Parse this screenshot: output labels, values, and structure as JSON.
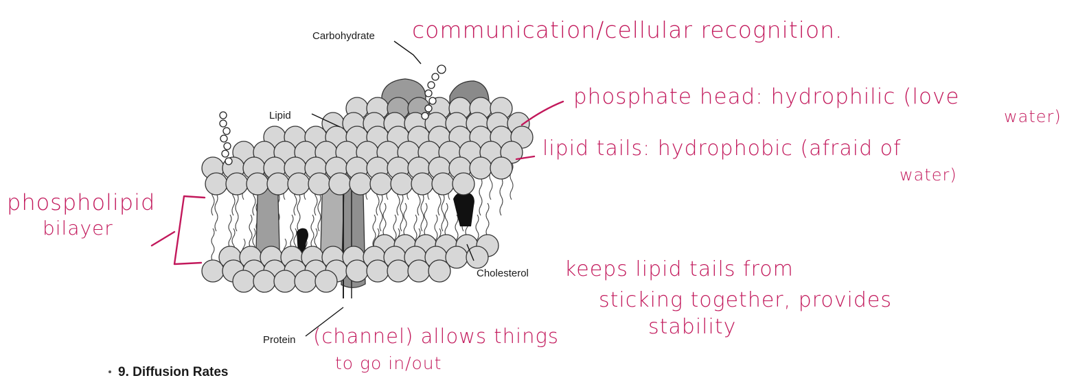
{
  "diagram": {
    "printed_labels": {
      "carbohydrate": "Carbohydrate",
      "lipid": "Lipid",
      "cholesterol": "Cholesterol",
      "protein": "Protein"
    },
    "annotations": {
      "carbohydrate_note": "communication/cellular recognition.",
      "phosphate_head_line1": "phosphate head: hydrophilic (love",
      "phosphate_head_line2": "water)",
      "lipid_tails_line1": "lipid tails: hydrophobic (afraid of",
      "lipid_tails_line2": "water)",
      "bilayer_line1": "phospholipid",
      "bilayer_line2": "bilayer",
      "cholesterol_line1": "keeps lipid tails from",
      "cholesterol_line2": "sticking together, provides",
      "cholesterol_line3": "stability",
      "protein_line1": "(channel) allows things",
      "protein_line2": "to go in/out"
    },
    "ink_color": "#c2185b"
  },
  "document": {
    "section_heading": "9.  Diffusion Rates"
  }
}
